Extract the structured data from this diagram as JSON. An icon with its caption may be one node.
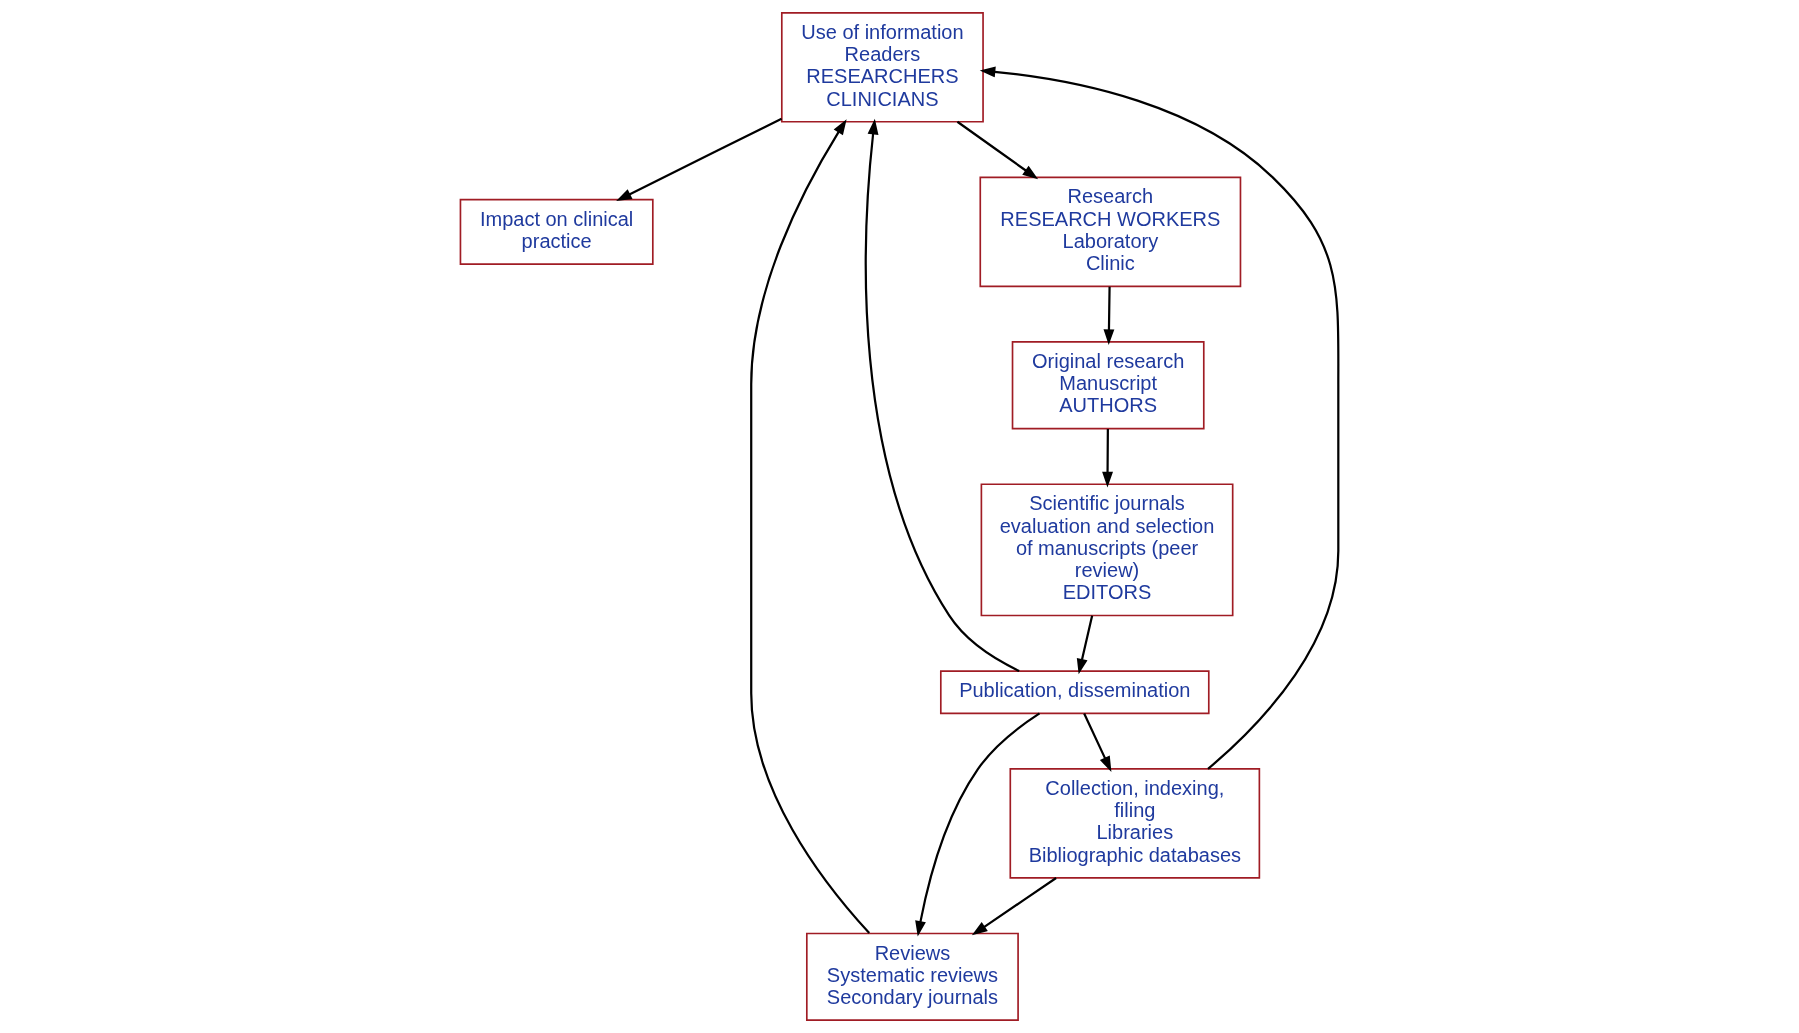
{
  "diagram": {
    "nodes": [
      {
        "text": [
          "Impact on clinical practice"
        ]
      },
      {
        "text": [
          "Use of information",
          "Readers",
          "RESEARCHERS",
          "CLINICIANS"
        ]
      },
      {
        "text": [
          "Research",
          "RESEARCH WORKERS",
          "Laboratory",
          "Clinic"
        ]
      },
      {
        "text": [
          "Original research",
          "Manuscript",
          "AUTHORS"
        ]
      },
      {
        "text": [
          "Reviews",
          "Systematic reviews",
          "Secondary journals"
        ]
      },
      {
        "text": [
          "Scientific journals evaluation and selection of manuscripts (peer review)",
          "EDITORS"
        ]
      },
      {
        "text": [
          "Collection, indexing, filing",
          "Libraries",
          "Bibliographic databases"
        ]
      },
      {
        "text": [
          "Publication, dissemination"
        ]
      }
    ],
    "edges": [
      {
        "from": 1,
        "to": 0,
        "arrow": "to"
      },
      {
        "from": 1,
        "to": 2,
        "arrow": "to"
      },
      {
        "from": 2,
        "to": 3,
        "arrow": "to"
      },
      {
        "from": 3,
        "to": 5,
        "arrow": "to"
      },
      {
        "from": 5,
        "to": 7,
        "arrow": "to"
      },
      {
        "from": 7,
        "to": 6,
        "arrow": "to"
      },
      {
        "from": 7,
        "to": 4,
        "arrow": "to"
      },
      {
        "from": 7,
        "to": 1,
        "arrow": "to"
      },
      {
        "from": 6,
        "to": 4,
        "arrow": "to"
      },
      {
        "from": 6,
        "to": 1,
        "arrow": "to"
      },
      {
        "from": 4,
        "to": 1,
        "arrow": "to"
      }
    ]
  }
}
